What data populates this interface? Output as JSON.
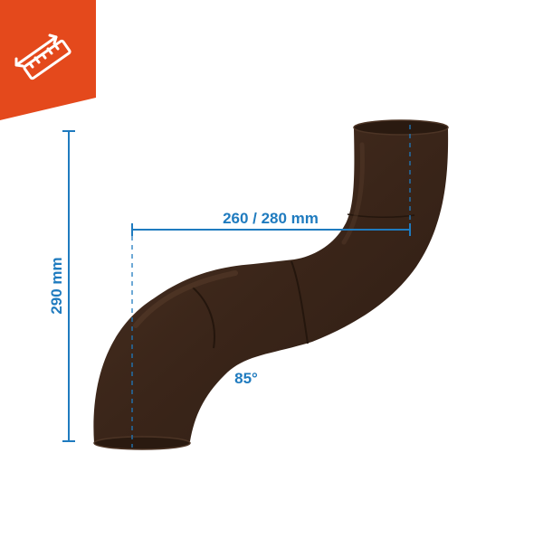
{
  "badge": {
    "icon": "ruler-measure-icon",
    "color": "#e4491c",
    "icon_color": "#ffffff"
  },
  "dimensions": {
    "height_label": "290 mm",
    "offset_label": "260 / 280 mm",
    "angle_label": "85°",
    "color": "#1f7bbf"
  },
  "product": {
    "name": "offset-pipe",
    "color": "#3a2519"
  }
}
